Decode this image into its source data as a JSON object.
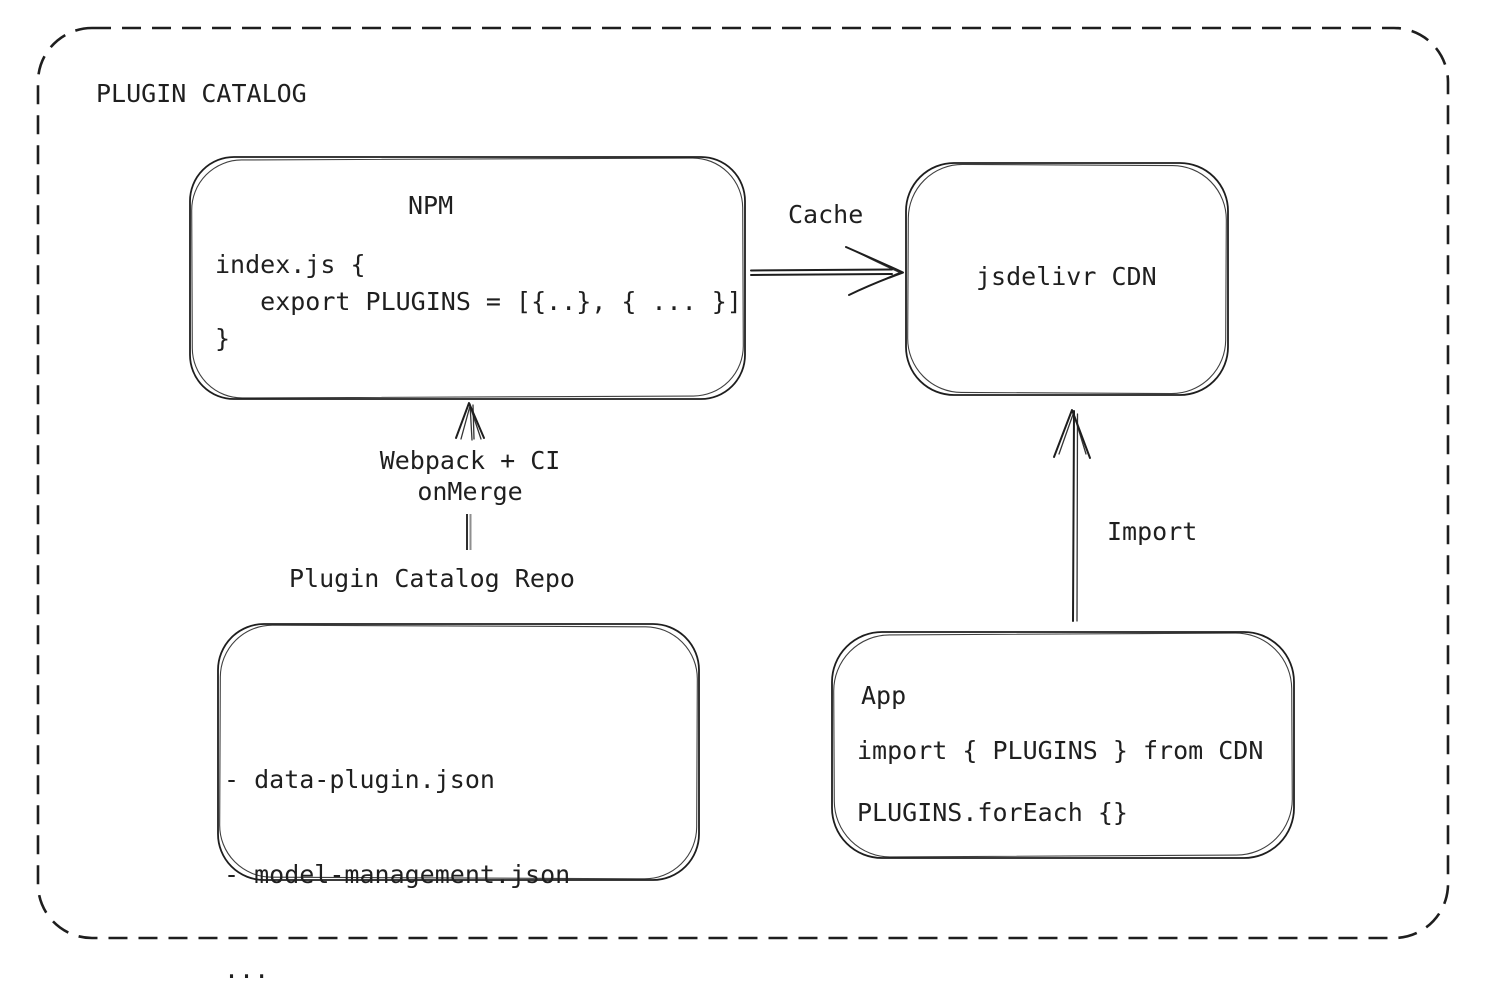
{
  "title": "PLUGIN CATALOG",
  "colors": {
    "ink": "#1e1e1e",
    "background": "#ffffff"
  },
  "boxes": {
    "npm": {
      "title": "NPM",
      "code": "index.js {\n   export PLUGINS = [{..}, { ... }]\n}"
    },
    "cdn": {
      "label": "jsdelivr CDN"
    },
    "repo": {
      "label": "Plugin Catalog Repo",
      "items": [
        "- data-plugin.json",
        "- model-management.json",
        "..."
      ]
    },
    "app": {
      "title": "App",
      "import_line": "import { PLUGINS } from CDN",
      "foreach_line": "PLUGINS.forEach {}"
    }
  },
  "arrows": {
    "cache": {
      "label": "Cache"
    },
    "build": {
      "label": "Webpack + CI\nonMerge"
    },
    "import": {
      "label": "Import"
    }
  }
}
